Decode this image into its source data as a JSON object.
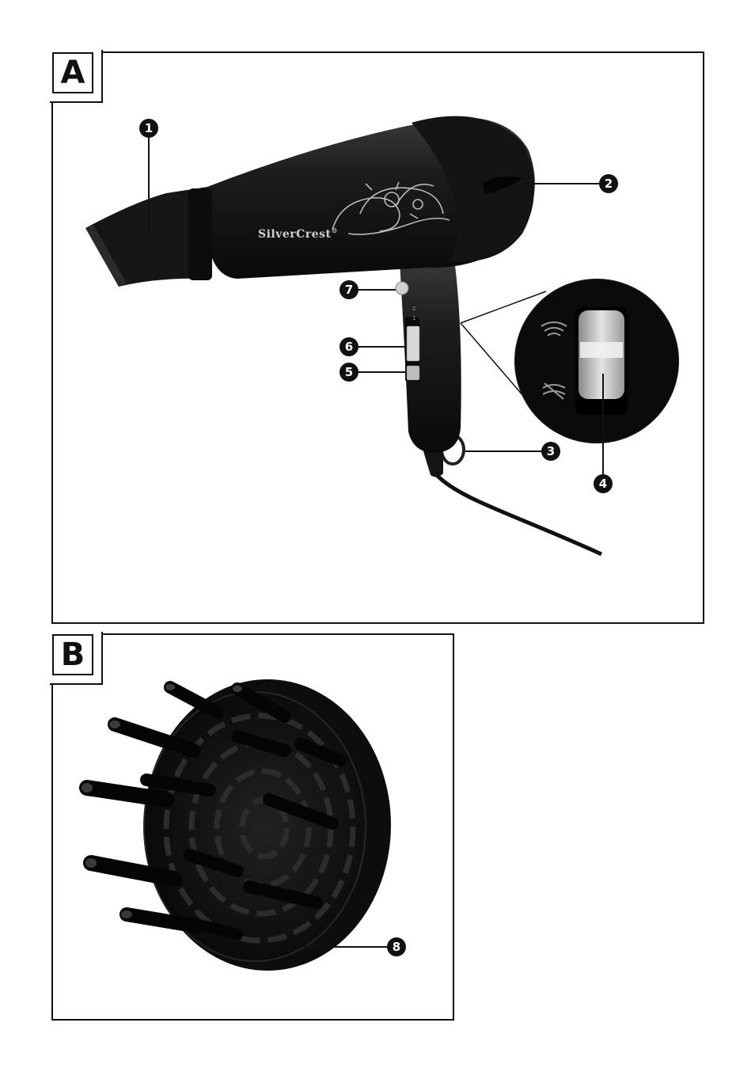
{
  "panels": {
    "a": {
      "label": "A"
    },
    "b": {
      "label": "B"
    }
  },
  "device": {
    "brand": "SilverCrest",
    "brand_mark": "®",
    "switch_scale": [
      "2",
      "1"
    ]
  },
  "callouts": [
    {
      "id": "1",
      "number": "1"
    },
    {
      "id": "2",
      "number": "2"
    },
    {
      "id": "3",
      "number": "3"
    },
    {
      "id": "4",
      "number": "4"
    },
    {
      "id": "5",
      "number": "5"
    },
    {
      "id": "6",
      "number": "6"
    },
    {
      "id": "7",
      "number": "7"
    },
    {
      "id": "8",
      "number": "8"
    }
  ],
  "icons": {
    "warm_air": "warm-air-icon",
    "cold_air": "cold-air-icon"
  }
}
